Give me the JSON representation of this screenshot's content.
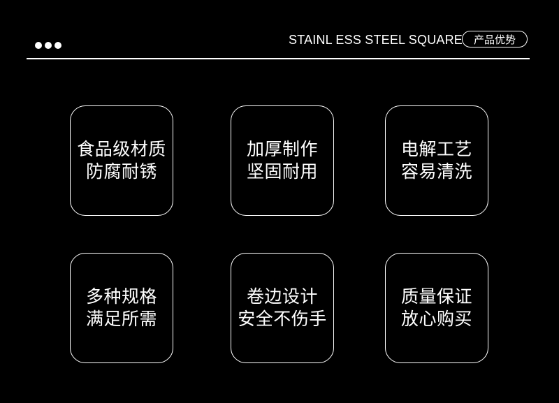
{
  "header": {
    "title": "STAINL ESS STEEL SQUARE",
    "badge": "产品优势"
  },
  "features": [
    {
      "line1": "食品级材质",
      "line2": "防腐耐锈"
    },
    {
      "line1": "加厚制作",
      "line2": "坚固耐用"
    },
    {
      "line1": "电解工艺",
      "line2": "容易清洗"
    },
    {
      "line1": "多种规格",
      "line2": "满足所需"
    },
    {
      "line1": "卷边设计",
      "line2": "安全不伤手"
    },
    {
      "line1": "质量保证",
      "line2": "放心购买"
    }
  ],
  "colors": {
    "background": "#000000",
    "foreground": "#ffffff"
  }
}
